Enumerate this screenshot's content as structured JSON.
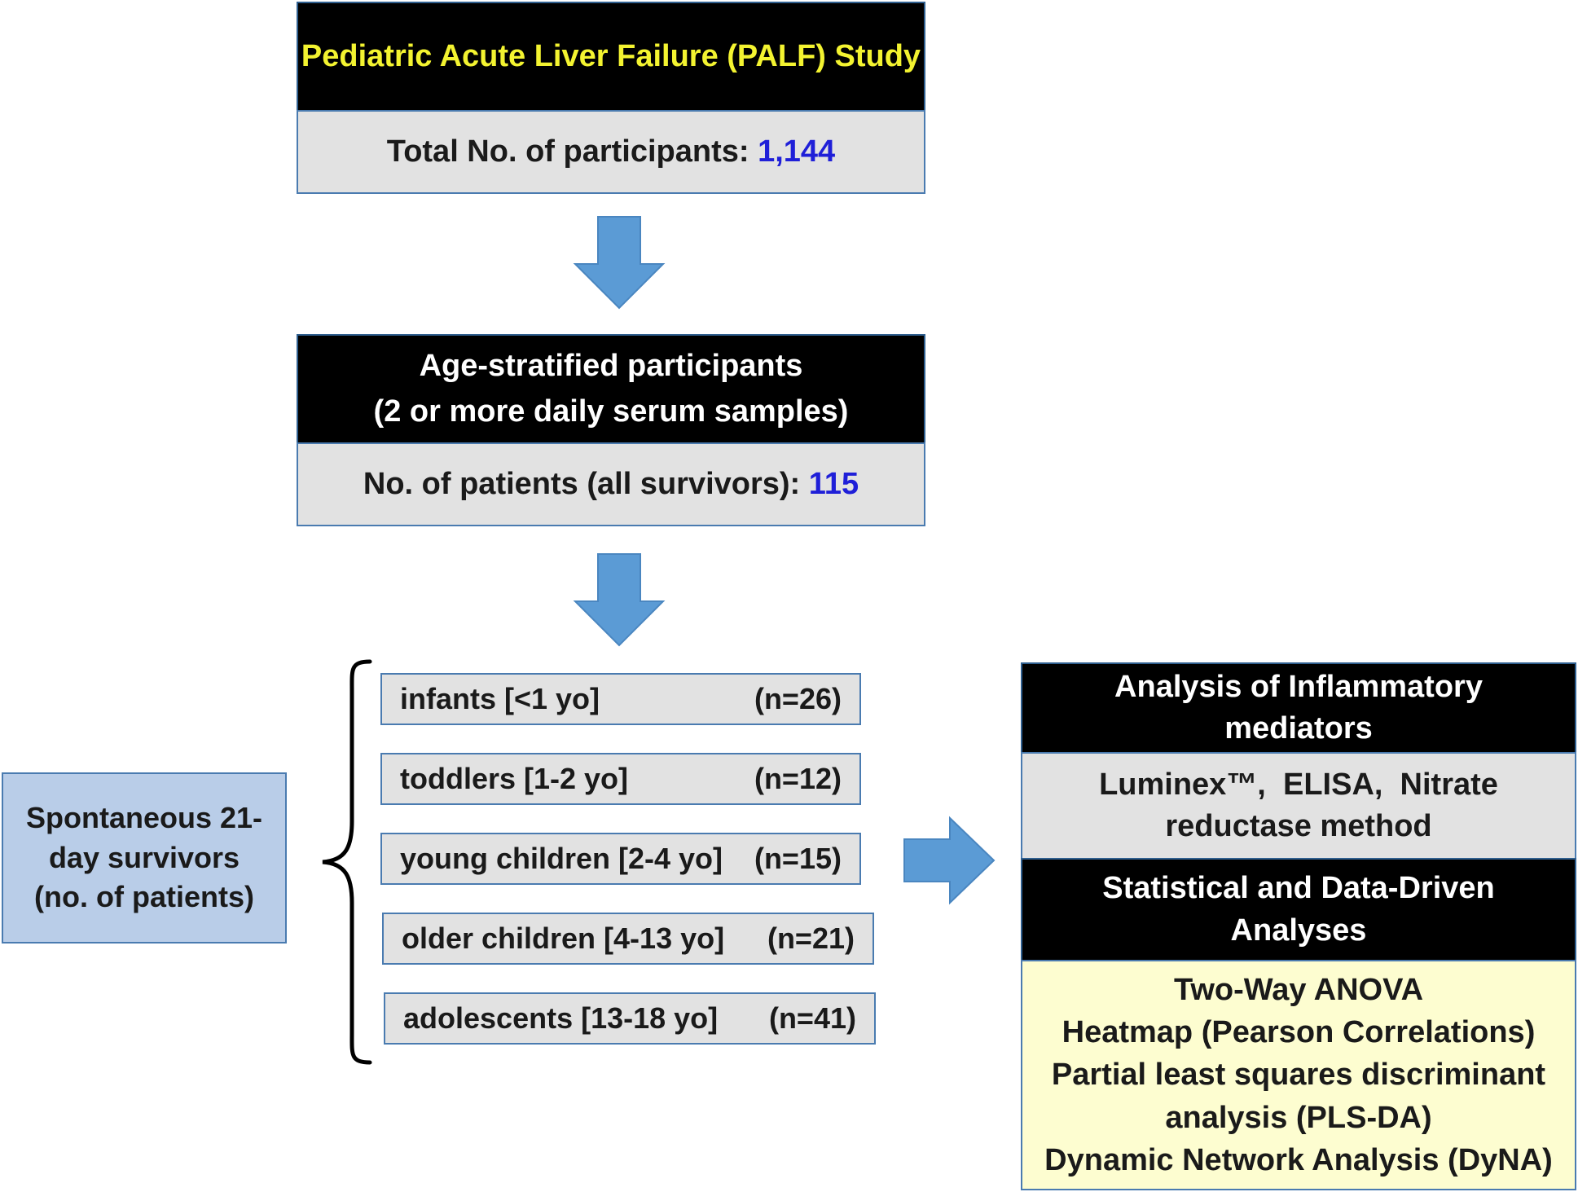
{
  "study": {
    "title": "Pediatric Acute Liver Failure (PALF) Study",
    "total_label": "Total No. of participants: ",
    "total_value": "1,144"
  },
  "stratified": {
    "title_line1": "Age-stratified participants",
    "title_line2": "(2 or more daily serum samples)",
    "patients_label": "No. of patients (all survivors): ",
    "patients_value": "115"
  },
  "survivors": {
    "line1": "Spontaneous 21-",
    "line2": "day survivors",
    "line3": "(no. of patients)"
  },
  "groups": [
    {
      "label": "infants [<1 yo]",
      "n": "(n=26)"
    },
    {
      "label": "toddlers [1-2 yo]",
      "n": "(n=12)"
    },
    {
      "label": "young children [2-4 yo]",
      "n": "(n=15)"
    },
    {
      "label": "older children [4-13 yo]",
      "n": "(n=21)"
    },
    {
      "label": "adolescents [13-18 yo]",
      "n": "(n=41)"
    }
  ],
  "analysis": {
    "title_line1": "Analysis of Inflammatory",
    "title_line2": "mediators",
    "methods_line1": "Luminex™,  ELISA,  Nitrate",
    "methods_line2": "reductase method",
    "stats_title_line1": "Statistical and Data-Driven",
    "stats_title_line2": "Analyses",
    "stats_items": [
      "Two-Way ANOVA",
      "Heatmap (Pearson Correlations)",
      "Partial least squares discriminant",
      "analysis (PLS-DA)",
      "Dynamic Network Analysis (DyNA)"
    ]
  },
  "colors": {
    "header_bg": "#000000",
    "header_text_yellow": "#f3f330",
    "count_accent": "#1f1fd8",
    "arrow_fill": "#5b9bd5",
    "grey_box": "#e2e2e2",
    "yellow_box": "#fdfdd0",
    "blue_box": "#b9cde8"
  }
}
